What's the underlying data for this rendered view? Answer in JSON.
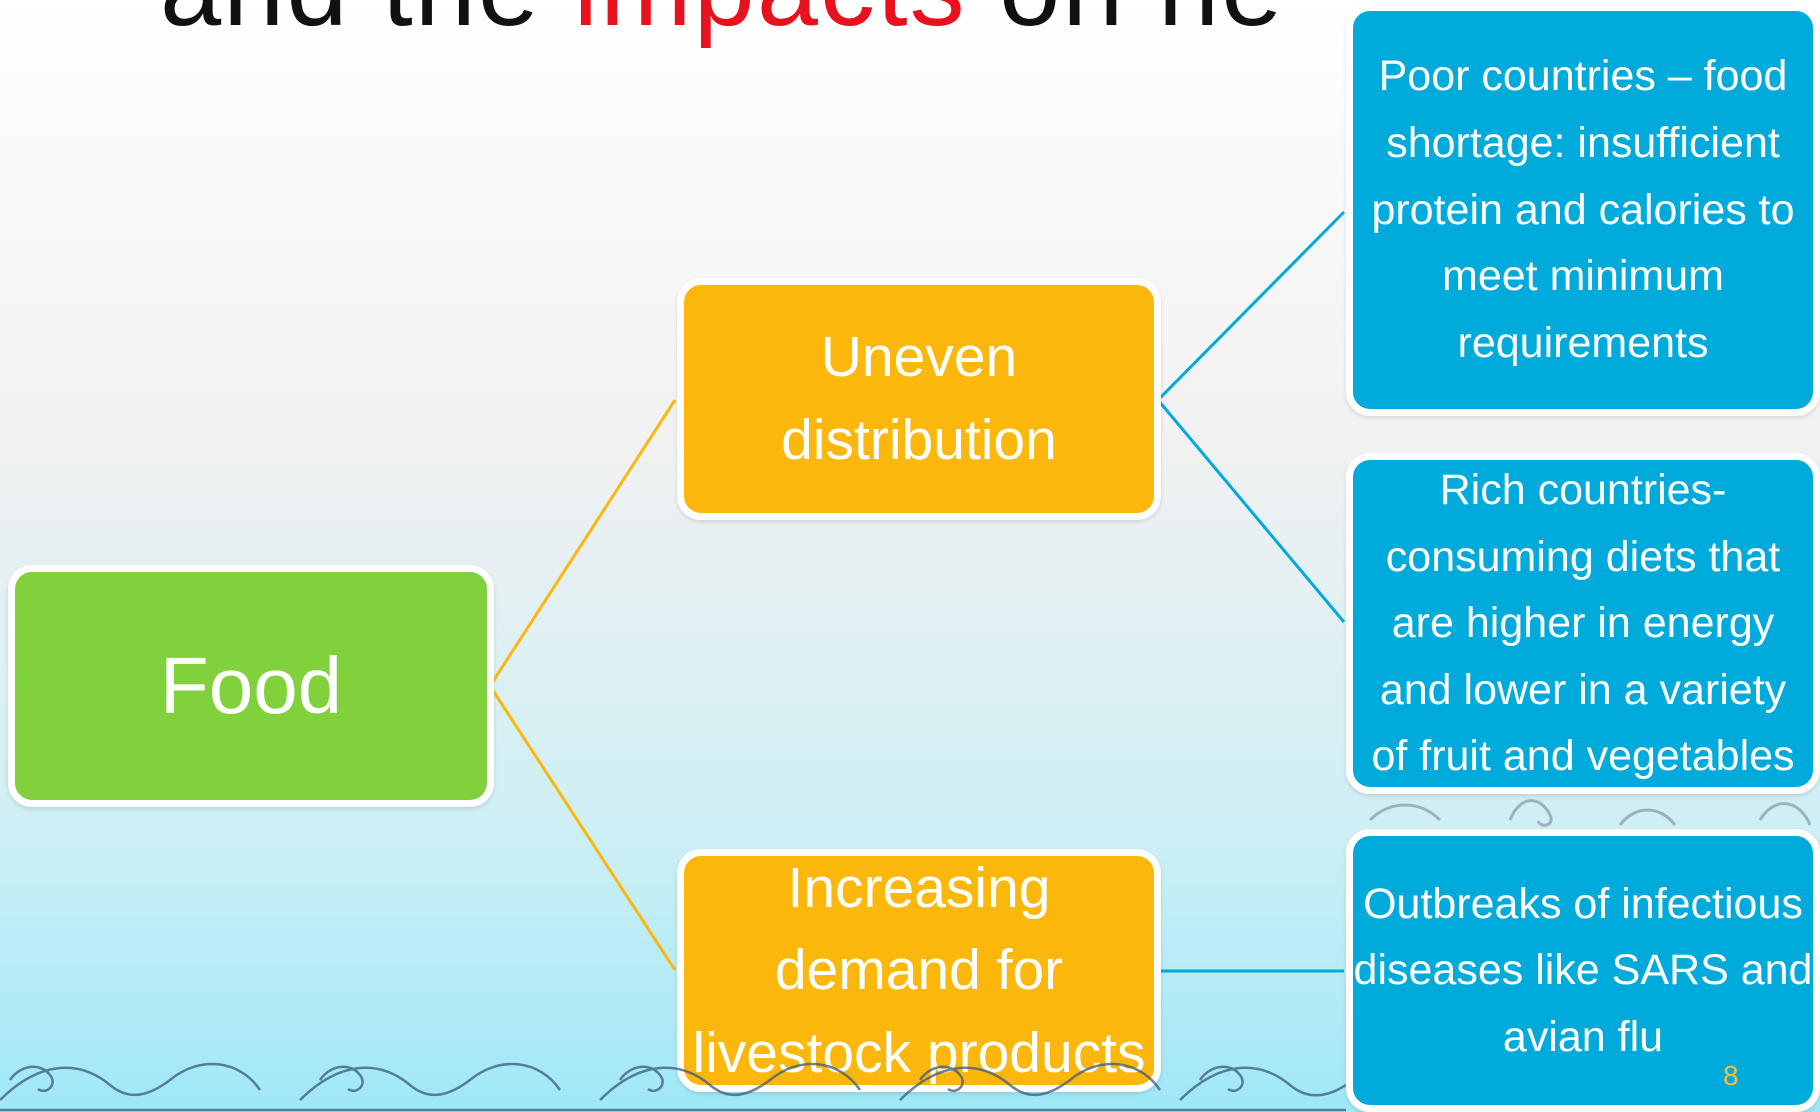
{
  "title": {
    "fragment_dark_1": "and the ",
    "fragment_red": "impacts",
    "fragment_dark_2": " on he"
  },
  "nodes": {
    "food": "Food",
    "uneven_distribution": "Uneven distribution",
    "livestock_demand": "Increasing demand for livestock products",
    "poor_countries": "Poor countries – food shortage: insufficient protein and calories to meet minimum requirements",
    "rich_countries": "Rich countries- consuming diets that are higher in energy and lower in a variety of fruit and vegetables",
    "outbreaks": "Outbreaks of infectious diseases like SARS and avian flu"
  },
  "page_number": "8",
  "colors": {
    "food": "#80d13b",
    "level2": "#fcb70d",
    "level3": "#00aada",
    "connector_level2": "#fcb70d",
    "connector_level3": "#00aada",
    "title_accent": "#e8121e"
  }
}
